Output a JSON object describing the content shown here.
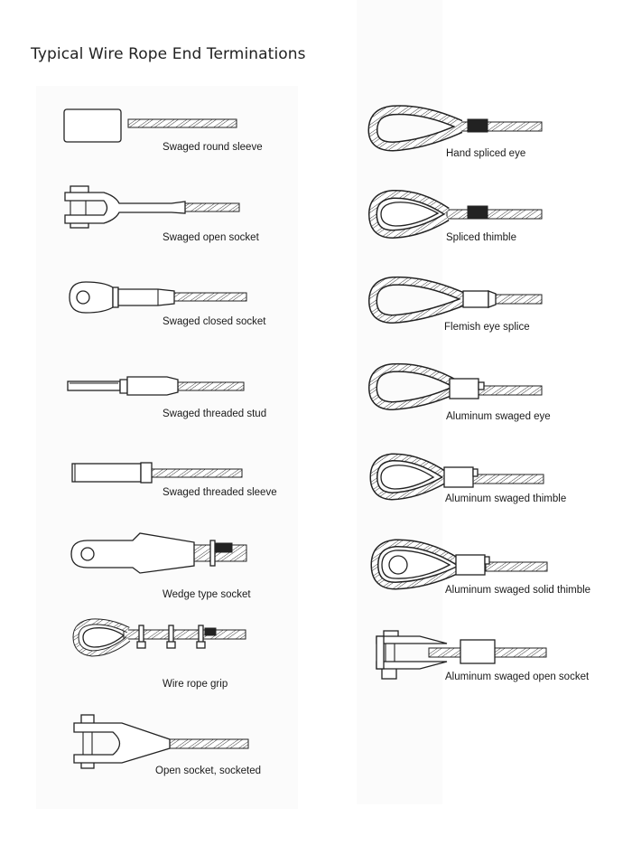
{
  "title": "Typical Wire Rope End Terminations",
  "left_column": [
    {
      "id": "swaged-round-sleeve",
      "label": "Swaged round sleeve"
    },
    {
      "id": "swaged-open-socket",
      "label": "Swaged open socket"
    },
    {
      "id": "swaged-closed-socket",
      "label": "Swaged closed socket"
    },
    {
      "id": "swaged-threaded-stud",
      "label": "Swaged threaded stud"
    },
    {
      "id": "swaged-threaded-sleeve",
      "label": "Swaged threaded sleeve"
    },
    {
      "id": "wedge-type-socket",
      "label": "Wedge type socket"
    },
    {
      "id": "wire-rope-grip",
      "label": "Wire rope grip"
    },
    {
      "id": "open-socket-socketed",
      "label": "Open socket, socketed"
    }
  ],
  "right_column": [
    {
      "id": "hand-spliced-eye",
      "label": "Hand spliced eye"
    },
    {
      "id": "spliced-thimble",
      "label": "Spliced thimble"
    },
    {
      "id": "flemish-eye-splice",
      "label": "Flemish eye splice"
    },
    {
      "id": "aluminum-swaged-eye",
      "label": "Aluminum swaged eye"
    },
    {
      "id": "aluminum-swaged-thimble",
      "label": "Aluminum swaged thimble"
    },
    {
      "id": "aluminum-swaged-solid-thimble",
      "label": "Aluminum swaged solid thimble"
    },
    {
      "id": "aluminum-swaged-open-socket",
      "label": "Aluminum swaged open socket"
    }
  ]
}
